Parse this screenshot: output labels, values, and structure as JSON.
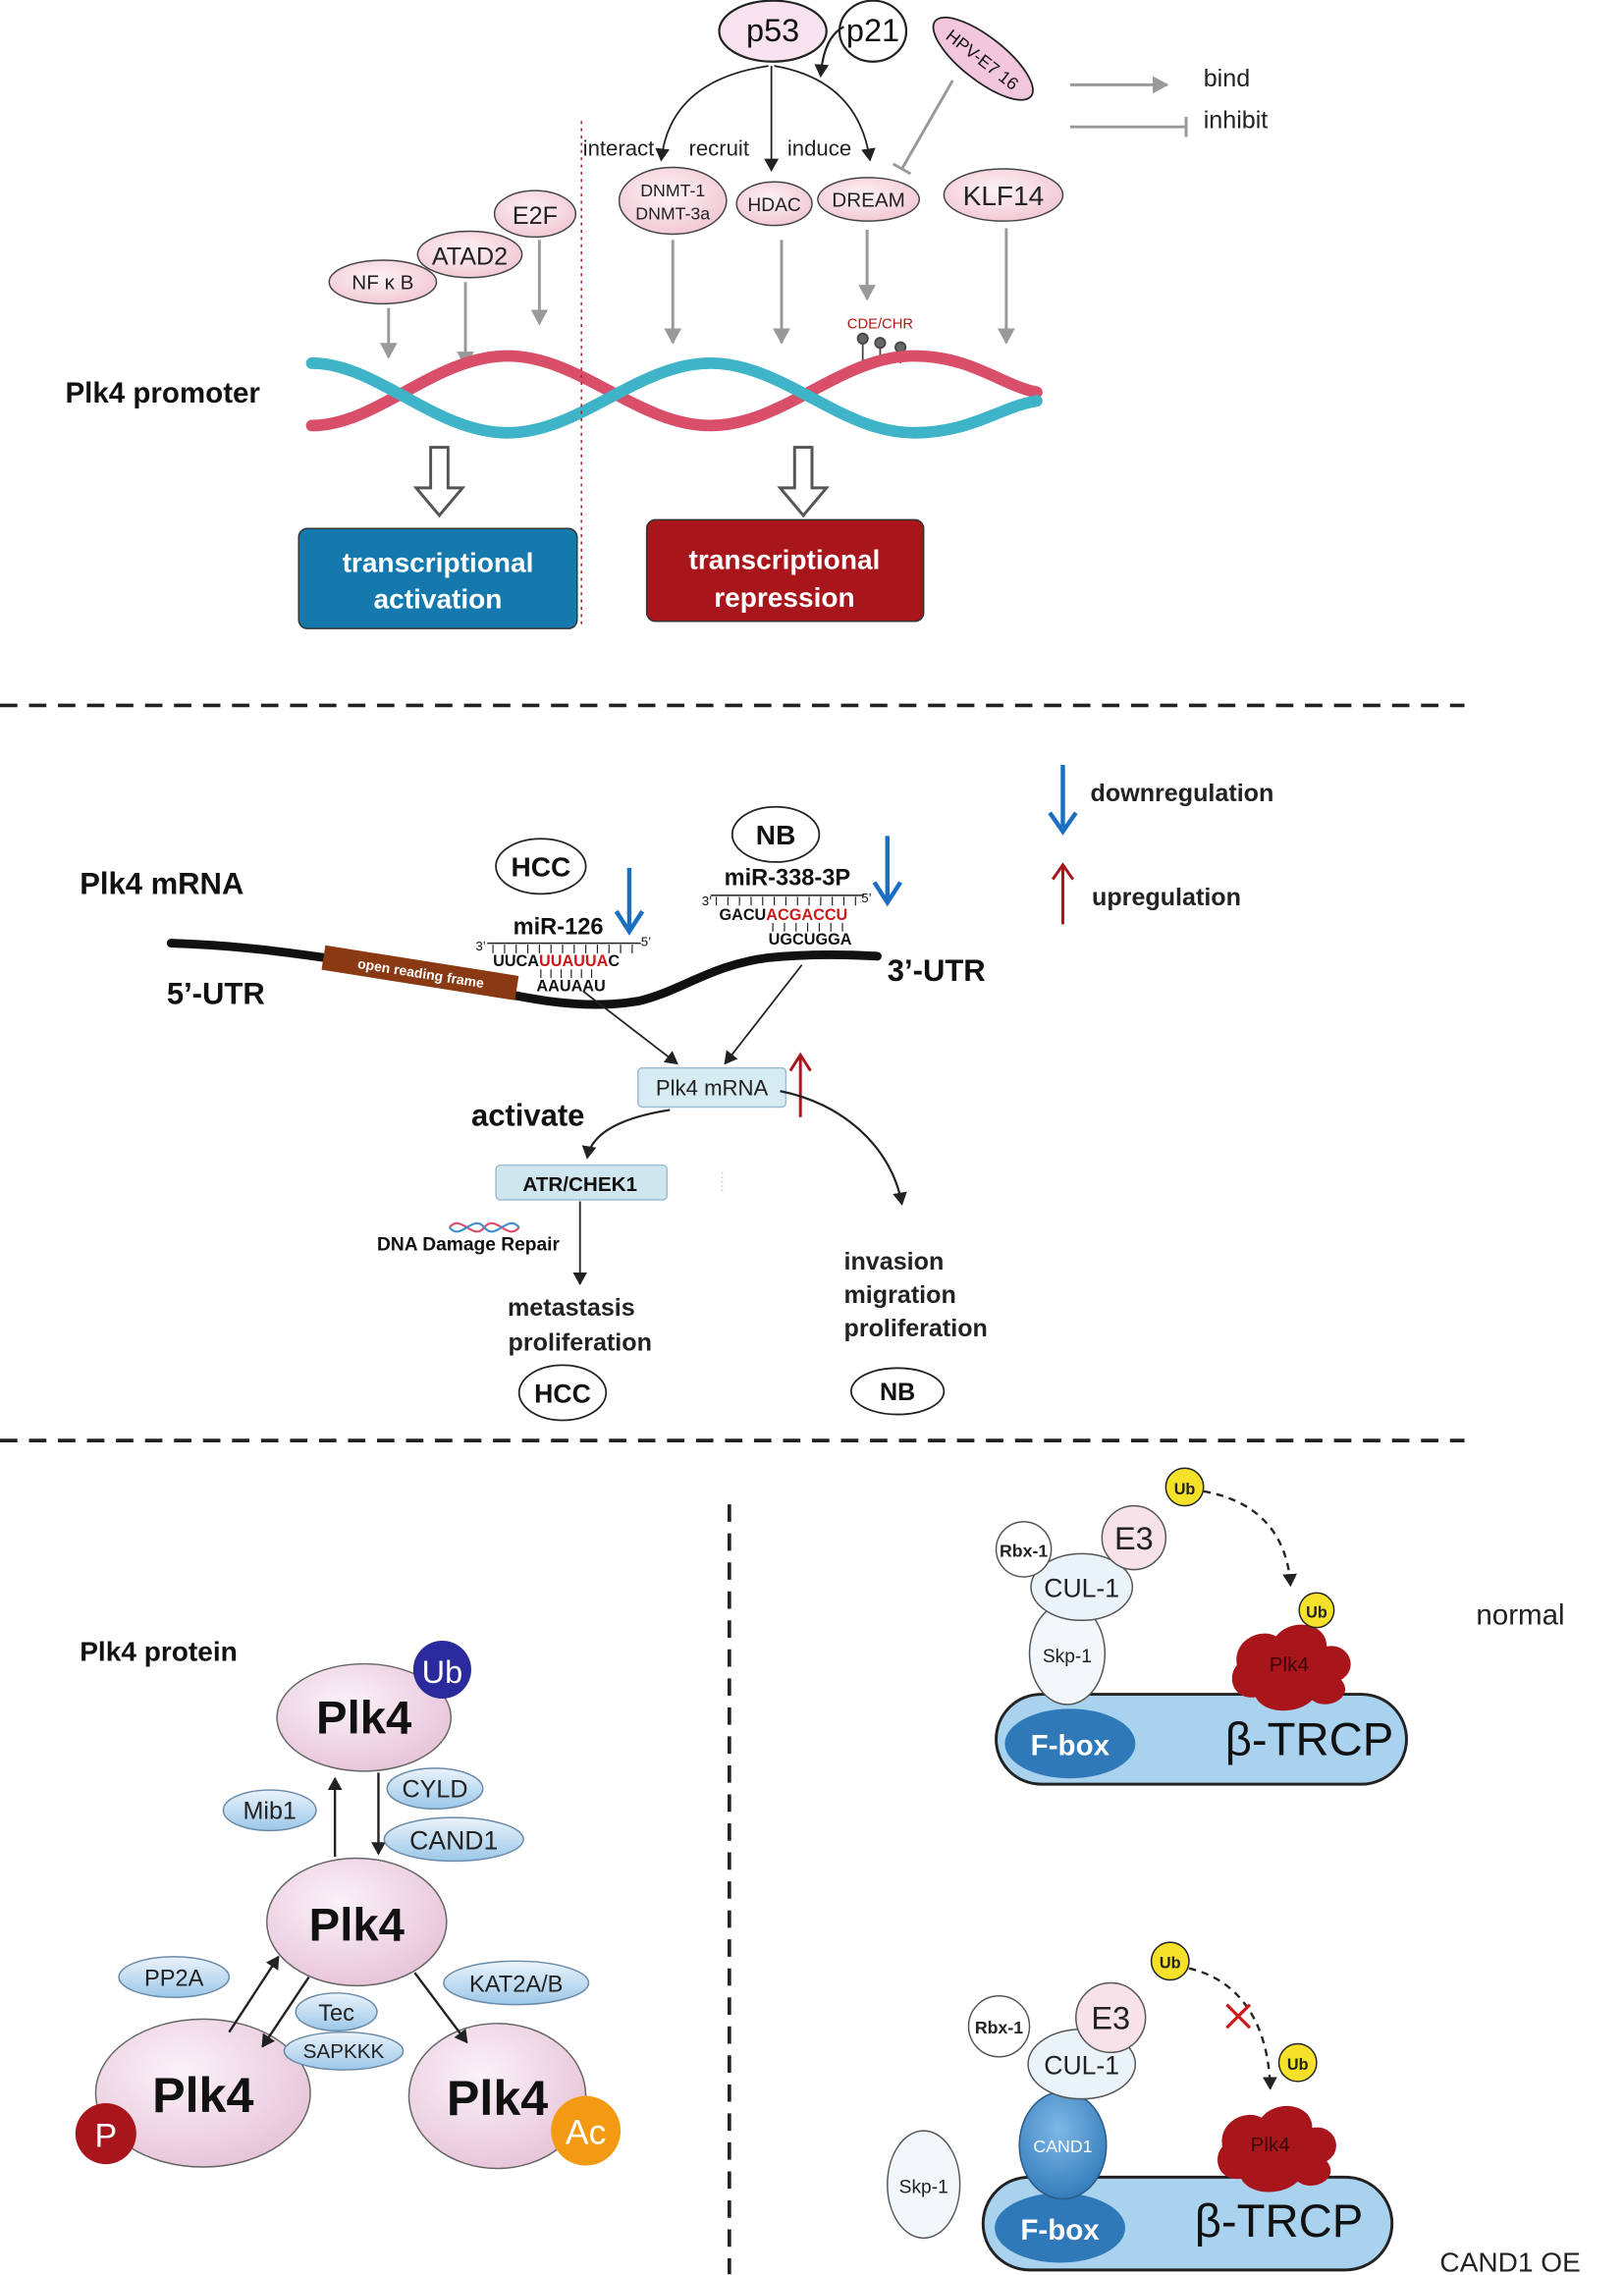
{
  "legend": {
    "bind": "bind",
    "inhibit": "inhibit",
    "down": "downregulation",
    "up": "upregulation"
  },
  "promoter": {
    "label": "Plk4 promoter",
    "p53": "p53",
    "p21": "p21",
    "hpv": "HPV-E7 16",
    "interact": "interact",
    "recruit": "recruit",
    "induce": "induce",
    "dnmt1": "DNMT-1",
    "dnmt3a": "DNMT-3a",
    "hdac": "HDAC",
    "dream": "DREAM",
    "klf14": "KLF14",
    "e2f": "E2F",
    "atad2": "ATAD2",
    "nfkb": "NF κ B",
    "cde": "CDE/CHR",
    "act1": "transcriptional",
    "act2": "activation",
    "rep1": "transcriptional",
    "rep2": "repression"
  },
  "mrna": {
    "label": "Plk4 mRNA",
    "utr5": "5’-UTR",
    "utr3": "3’-UTR",
    "orf": "open reading frame",
    "hcc": "HCC",
    "nb": "NB",
    "mir126": "miR-126",
    "mir338": "miR-338-3P",
    "m126_a": "UUCA",
    "m126_b": "UUAUUA",
    "m126_c": "C",
    "t126": "AAUAAU",
    "m338_a": "GACU",
    "m338_b": "ACGACCU",
    "t338": "UGCUGGA",
    "p3": "3’",
    "p5": "5’",
    "center": "Plk4 mRNA",
    "activate": "activate",
    "atr": "ATR/CHEK1",
    "dna": "DNA Damage Repair",
    "metastasis": "metastasis",
    "prolif1": "proliferation",
    "invasion": "invasion",
    "migration": "migration",
    "prolif2": "proliferation",
    "hcc2": "HCC",
    "nb2": "NB"
  },
  "protein": {
    "label": "Plk4 protein",
    "plk4": "Plk4",
    "ub": "Ub",
    "p": "P",
    "ac": "Ac",
    "mib1": "Mib1",
    "cyld": "CYLD",
    "cand1": "CAND1",
    "pp2a": "PP2A",
    "tec": "Tec",
    "sapkkk": "SAPKKK",
    "kat": "KAT2A/B"
  },
  "complex": {
    "normal": "normal",
    "cand1oe": "CAND1 OE",
    "e3": "E3",
    "rbx": "Rbx-1",
    "cul": "CUL-1",
    "skp": "Skp-1",
    "fbox": "F-box",
    "btrcp": "β-TRCP",
    "plk4": "Plk4",
    "ub": "Ub",
    "cand1": "CAND1"
  }
}
